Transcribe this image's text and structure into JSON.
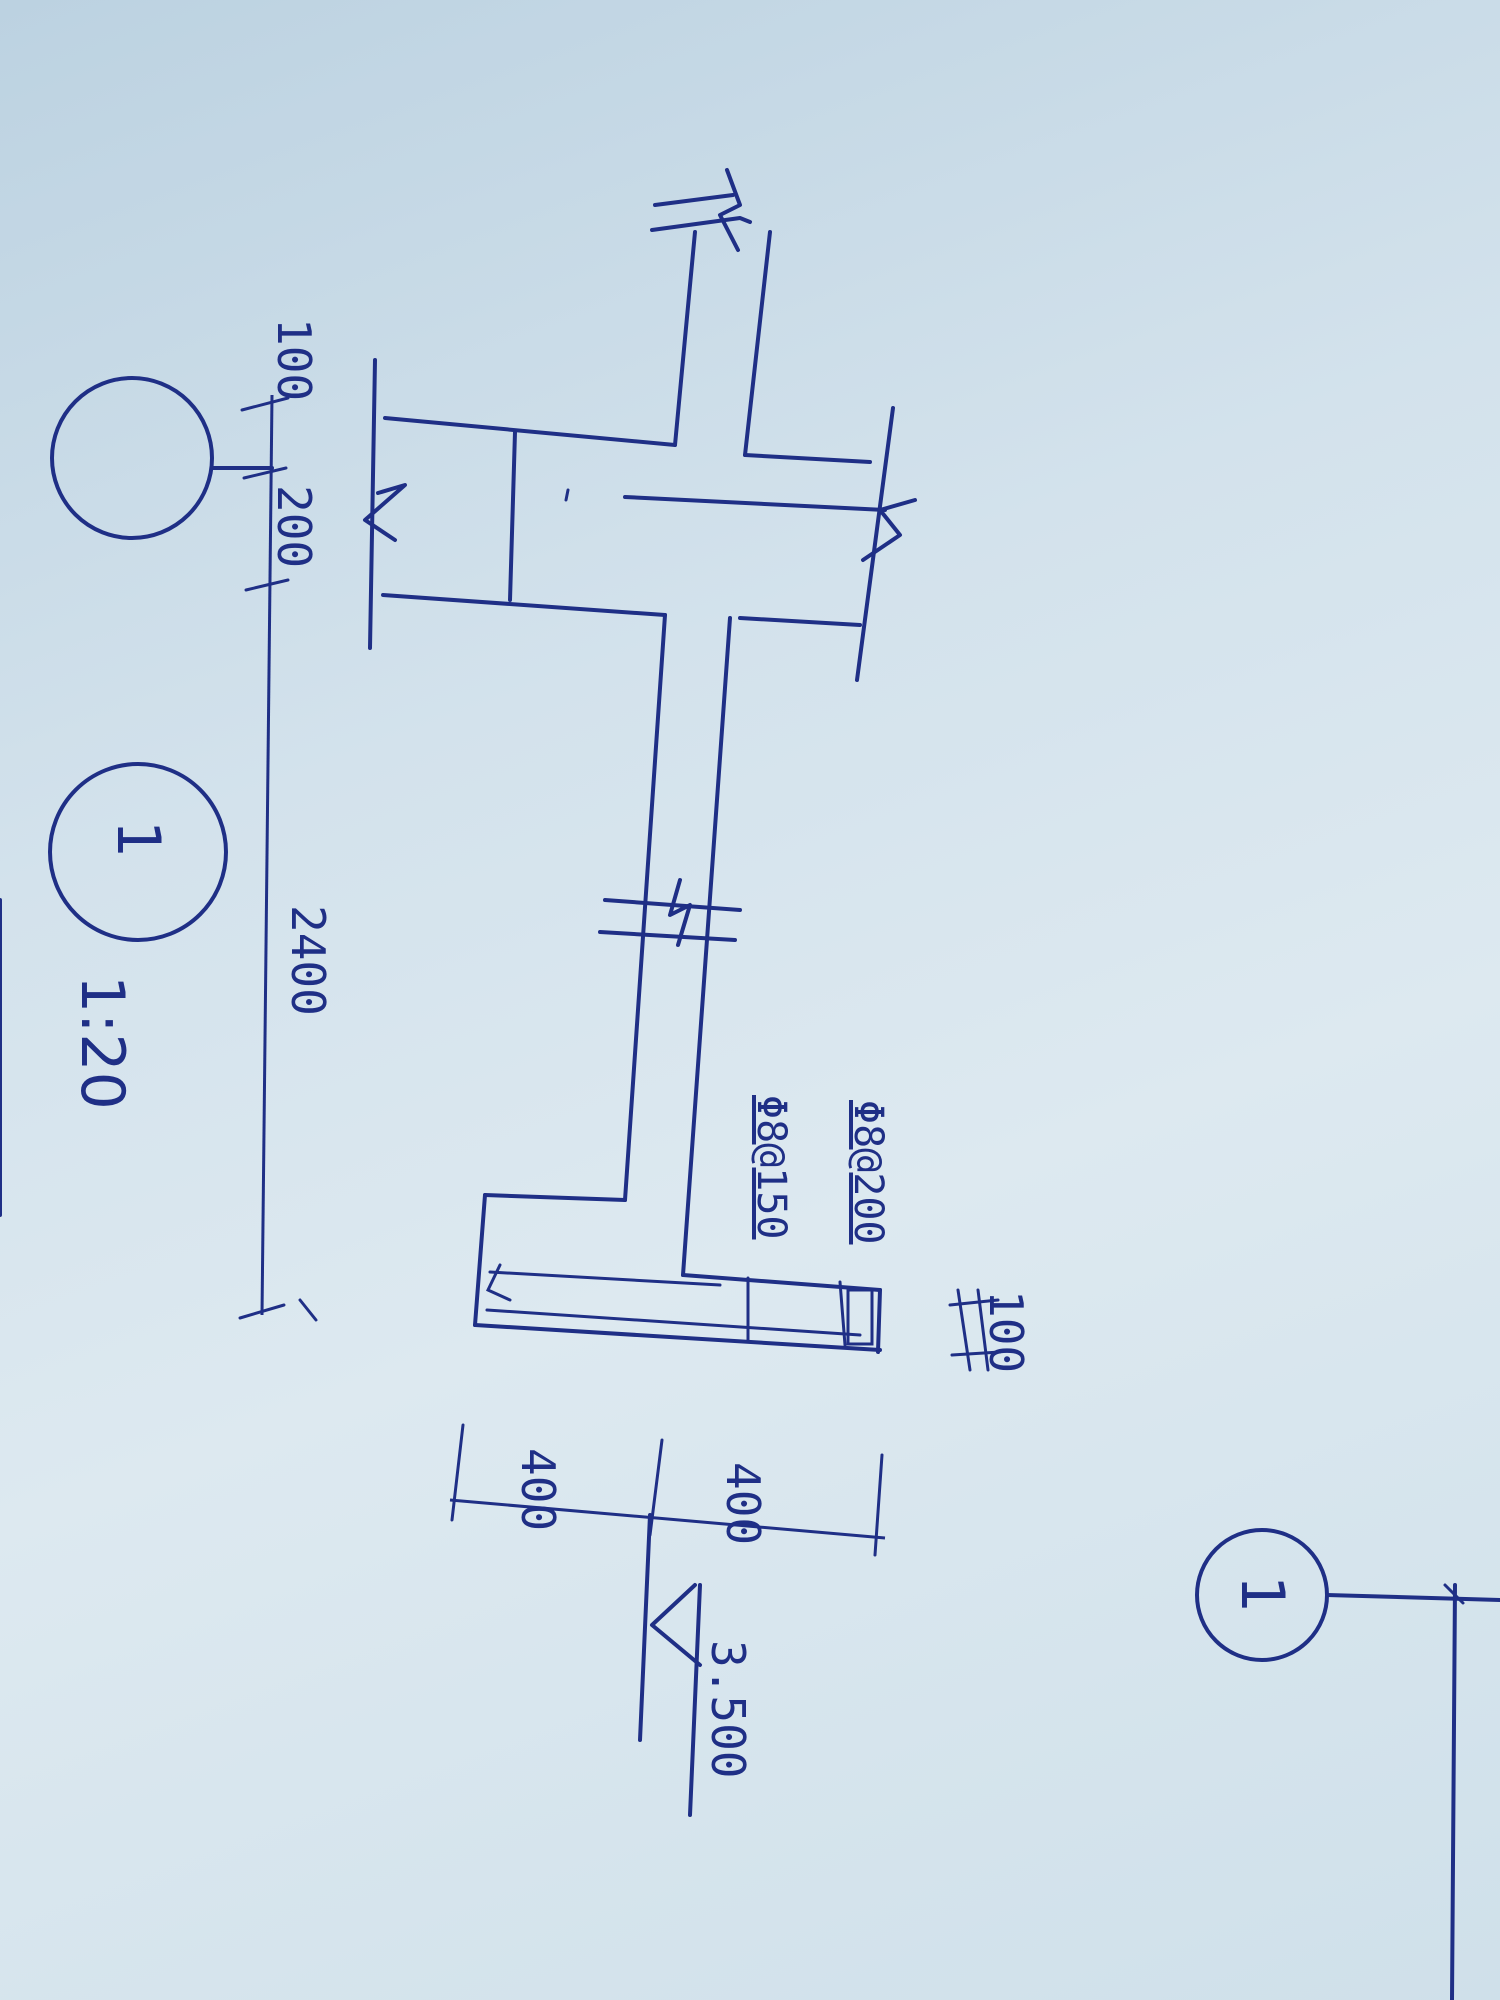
{
  "drawing": {
    "detail_mark": "1",
    "scale": "1:20",
    "dims": {
      "left_top": "100",
      "left_mid": "200",
      "left_long": "2400",
      "right_small": "100",
      "bottom_a": "400",
      "bottom_b": "400"
    },
    "rebar": {
      "top": "Φ8@200",
      "bottom": "Φ8@150"
    },
    "elevation": "3.500",
    "axis_mark": "1"
  },
  "colors": {
    "ink": "#1f2f86",
    "paper": "#d3e2ec"
  }
}
